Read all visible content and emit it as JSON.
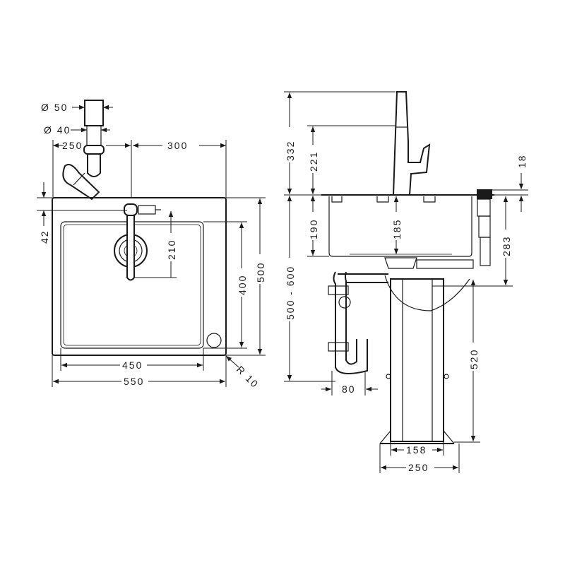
{
  "title": "Sink combination dimension drawing",
  "colors": {
    "line": "#1a1a1a",
    "background": "#ffffff"
  },
  "top_view": {
    "dims": {
      "d50": "Ø 50",
      "d40": "Ø 40",
      "w250": "250",
      "w300": "300",
      "h42": "42",
      "h210": "210",
      "h400": "400",
      "h500": "500",
      "w450": "450",
      "w550": "550",
      "r10": "R 10"
    }
  },
  "side_view": {
    "dims": {
      "h332": "332",
      "h221": "221",
      "h500_600": "500 - 600",
      "h190": "190",
      "h185": "185",
      "h18": "18",
      "h283": "283",
      "h520": "520",
      "w80": "80",
      "w158": "158",
      "w250": "250"
    }
  }
}
